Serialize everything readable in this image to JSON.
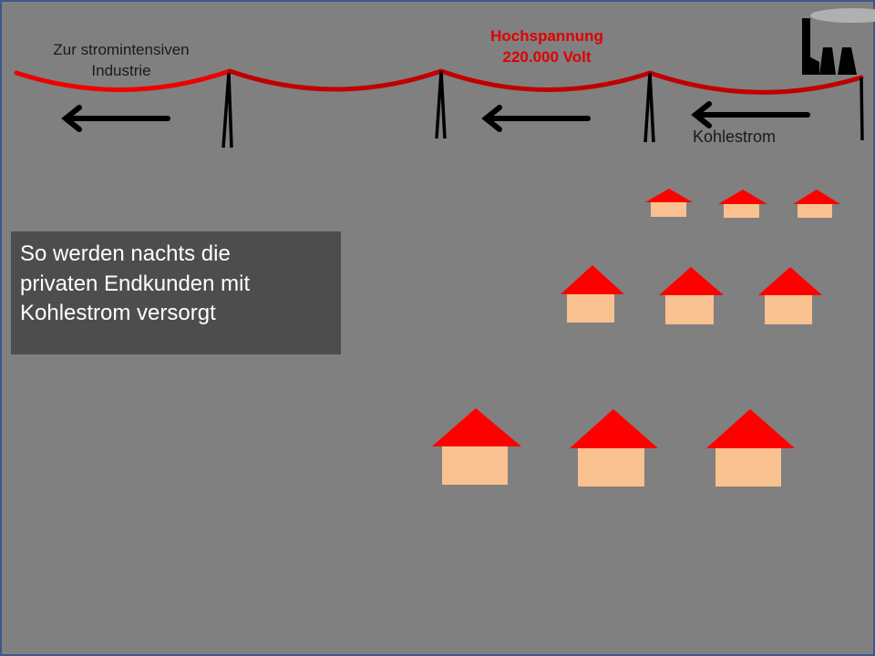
{
  "slide": {
    "industry_label_line1": "Zur stromintensiven",
    "industry_label_line2": "Industrie",
    "voltage_label_line1": "Hochspannung",
    "voltage_label_line2": "220.000 Volt",
    "source_label": "Kohlestrom",
    "info_line1": "So werden nachts die",
    "info_line2": "privaten Endkunden mit",
    "info_line3": "Kohlestrom versorgt"
  },
  "colors": {
    "background": "#808080",
    "power_line": "#e00000",
    "power_line_dark": "#c00000",
    "house_roof": "#ff0000",
    "house_wall": "#f9c090",
    "moon": "#ffff00",
    "info_box": "#4d4d4d",
    "voltage_text": "#e00000"
  },
  "icons": [
    "moon-icon",
    "factory-icon",
    "pylon-icon",
    "arrow-left-icon",
    "house-icon"
  ]
}
